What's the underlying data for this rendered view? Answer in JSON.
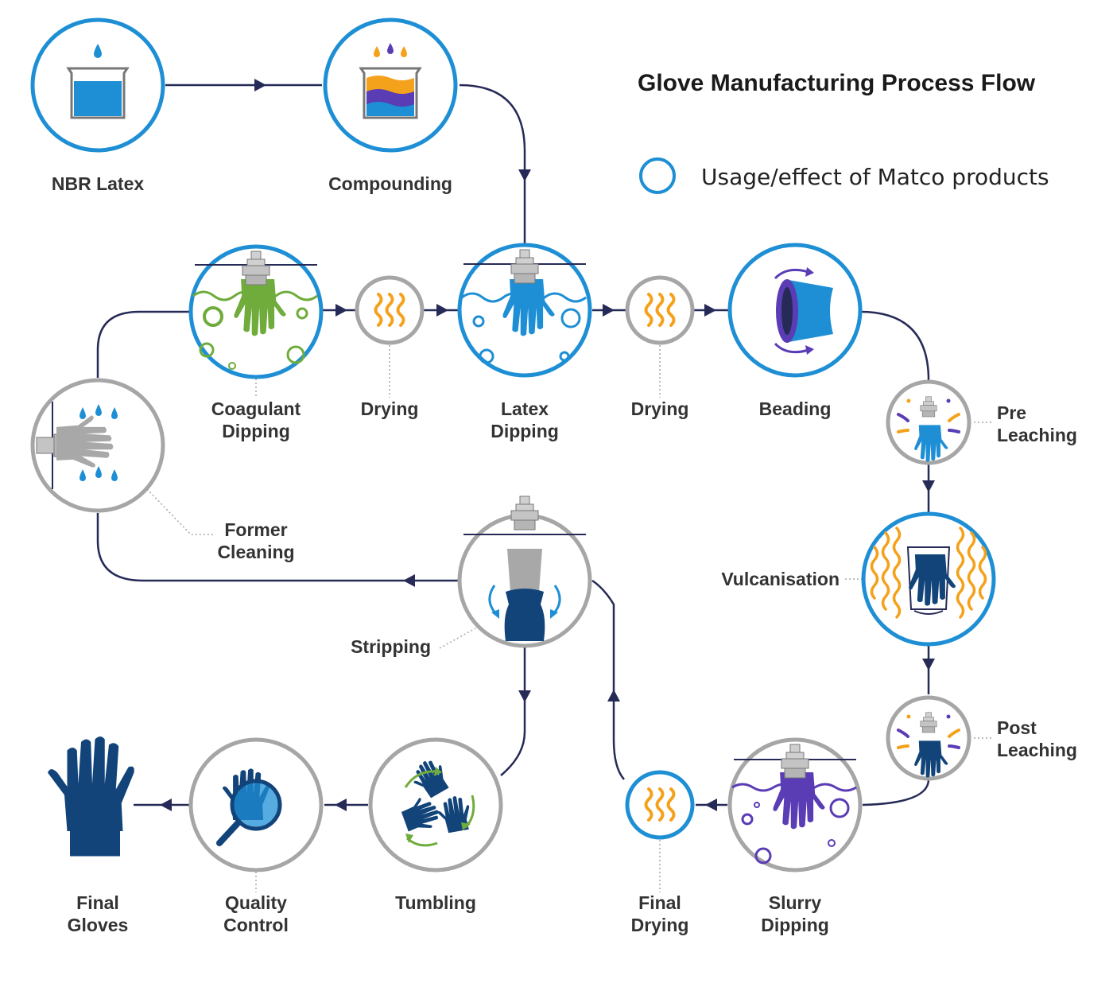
{
  "title": "Glove Manufacturing Process Flow",
  "legend": {
    "text": "Usage/effect of Matco products",
    "ring_color": "#1e8fd5"
  },
  "colors": {
    "matco_ring": "#1e8fd5",
    "plain_ring": "#a6a6a6",
    "flow_line": "#262a57",
    "latex_blue": "#1e8fd5",
    "navy": "#12447a",
    "orange": "#f4a11b",
    "purple": "#5a3cb5",
    "green": "#6fac3b",
    "gray_glove": "#a8a8a8"
  },
  "steps": {
    "nbr_latex": {
      "line1": "NBR Latex",
      "line2": "",
      "icon": "beaker-icon"
    },
    "compounding": {
      "line1": "Compounding",
      "line2": "",
      "icon": "layered-beaker-icon"
    },
    "coagulant_dipping": {
      "line1": "Coagulant",
      "line2": "Dipping",
      "icon": "green-glove-dip-icon"
    },
    "drying_1": {
      "line1": "Drying",
      "line2": "",
      "icon": "heat-waves-icon"
    },
    "latex_dipping": {
      "line1": "Latex",
      "line2": "Dipping",
      "icon": "blue-glove-dip-icon"
    },
    "drying_2": {
      "line1": "Drying",
      "line2": "",
      "icon": "heat-waves-icon"
    },
    "beading": {
      "line1": "Beading",
      "line2": "",
      "icon": "cuff-roll-icon"
    },
    "pre_leaching": {
      "line1": "Pre",
      "line2": "Leaching",
      "icon": "glove-spray-icon"
    },
    "vulcanisation": {
      "line1": "Vulcanisation",
      "line2": "",
      "icon": "glove-heat-icon"
    },
    "post_leaching": {
      "line1": "Post",
      "line2": "Leaching",
      "icon": "glove-spray-icon"
    },
    "slurry_dipping": {
      "line1": "Slurry",
      "line2": "Dipping",
      "icon": "purple-glove-dip-icon"
    },
    "final_drying": {
      "line1": "Final",
      "line2": "Drying",
      "icon": "heat-waves-icon"
    },
    "stripping": {
      "line1": "Stripping",
      "line2": "",
      "icon": "glove-strip-icon"
    },
    "former_cleaning": {
      "line1": "Former",
      "line2": "Cleaning",
      "icon": "former-wash-icon"
    },
    "tumbling": {
      "line1": "Tumbling",
      "line2": "",
      "icon": "tumbling-gloves-icon"
    },
    "quality_control": {
      "line1": "Quality",
      "line2": "Control",
      "icon": "magnifier-glove-icon"
    },
    "final_gloves": {
      "line1": "Final",
      "line2": "Gloves",
      "icon": "glove-icon"
    }
  }
}
